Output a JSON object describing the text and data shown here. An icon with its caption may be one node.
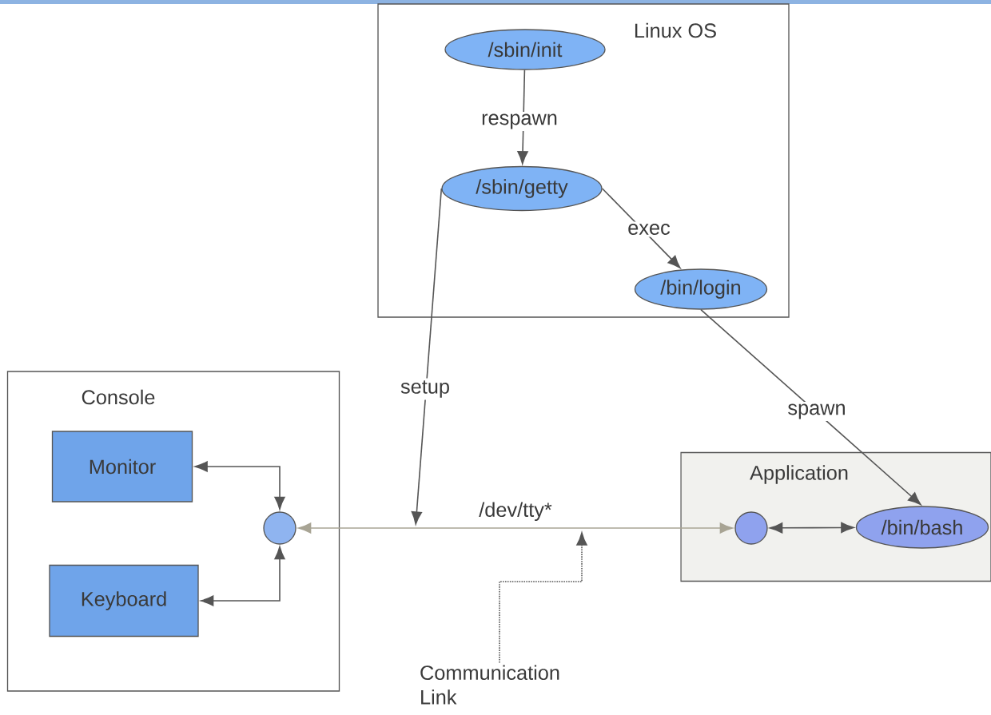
{
  "diagram": {
    "nodes": [
      {
        "text": [
          "Linux OS"
        ]
      },
      {
        "text": [
          "/sbin/init"
        ],
        "in": 0
      },
      {
        "text": [
          "/sbin/getty"
        ],
        "in": 0
      },
      {
        "text": [
          "/bin/login"
        ],
        "in": 0
      },
      {
        "text": [
          "Console"
        ]
      },
      {
        "text": [
          "Monitor"
        ],
        "in": 4
      },
      {
        "text": [
          "Keyboard"
        ],
        "in": 4
      },
      {
        "text": [],
        "shape": "circle",
        "in": 4
      },
      {
        "text": [
          "Application"
        ]
      },
      {
        "text": [],
        "shape": "circle",
        "in": 8
      },
      {
        "text": [
          "/bin/bash"
        ],
        "in": 8
      },
      {
        "text": [
          "Communication Link"
        ]
      }
    ],
    "edges": [
      {
        "from": 1,
        "to": 2,
        "arrow": "to",
        "label": "respawn"
      },
      {
        "from": 2,
        "to": 3,
        "arrow": "to",
        "label": "exec"
      },
      {
        "from": 3,
        "to": 10,
        "arrow": "to",
        "label": "spawn"
      },
      {
        "from": 2,
        "to": null,
        "arrow": "to",
        "label": "setup"
      },
      {
        "from": 7,
        "to": 5,
        "arrow": "both"
      },
      {
        "from": 7,
        "to": 6,
        "arrow": "both"
      },
      {
        "from": 7,
        "to": 9,
        "arrow": "both",
        "label": "/dev/tty*",
        "color": "#a8a494"
      },
      {
        "from": 9,
        "to": 10,
        "arrow": "both"
      },
      {
        "from": 11,
        "to": null,
        "arrow": "to",
        "style": "dashed"
      }
    ]
  }
}
